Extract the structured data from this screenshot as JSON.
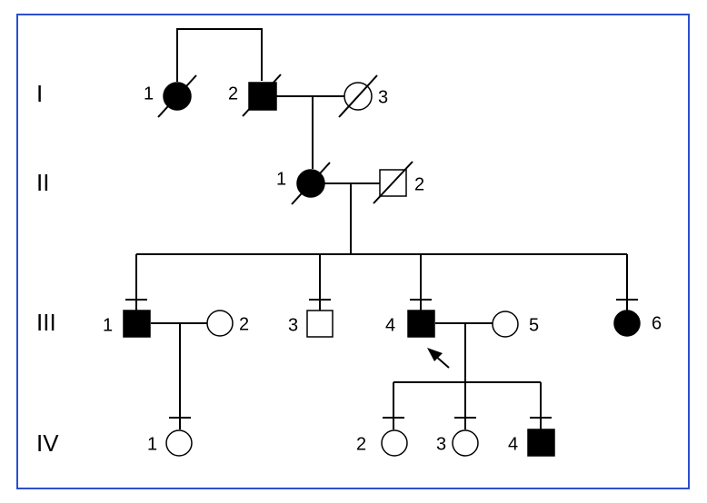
{
  "colors": {
    "frame": "#2b4fd0",
    "line": "#000000",
    "affected": "#000000",
    "unaffected": "#ffffff"
  },
  "generations": [
    "I",
    "II",
    "III",
    "IV"
  ],
  "individuals": [
    {
      "id": "I-1",
      "label": "1",
      "sex": "female",
      "affected": true,
      "deceased": true
    },
    {
      "id": "I-2",
      "label": "2",
      "sex": "male",
      "affected": true,
      "deceased": true
    },
    {
      "id": "I-3",
      "label": "3",
      "sex": "female",
      "affected": false,
      "deceased": true
    },
    {
      "id": "II-1",
      "label": "1",
      "sex": "female",
      "affected": true,
      "deceased": true
    },
    {
      "id": "II-2",
      "label": "2",
      "sex": "male",
      "affected": false,
      "deceased": true
    },
    {
      "id": "III-1",
      "label": "1",
      "sex": "male",
      "affected": true,
      "deceased": false
    },
    {
      "id": "III-2",
      "label": "2",
      "sex": "female",
      "affected": false,
      "deceased": false
    },
    {
      "id": "III-3",
      "label": "3",
      "sex": "male",
      "affected": false,
      "deceased": false
    },
    {
      "id": "III-4",
      "label": "4",
      "sex": "male",
      "affected": true,
      "deceased": false,
      "proband": true
    },
    {
      "id": "III-5",
      "label": "5",
      "sex": "female",
      "affected": false,
      "deceased": false
    },
    {
      "id": "III-6",
      "label": "6",
      "sex": "female",
      "affected": true,
      "deceased": false
    },
    {
      "id": "IV-1",
      "label": "1",
      "sex": "female",
      "affected": false,
      "deceased": false
    },
    {
      "id": "IV-2",
      "label": "2",
      "sex": "female",
      "affected": false,
      "deceased": false
    },
    {
      "id": "IV-3",
      "label": "3",
      "sex": "female",
      "affected": false,
      "deceased": false
    },
    {
      "id": "IV-4",
      "label": "4",
      "sex": "male",
      "affected": true,
      "deceased": false
    }
  ],
  "marriages": [
    {
      "partners": [
        "I-1",
        "I-2"
      ],
      "consanguineous": true
    },
    {
      "partners": [
        "I-2",
        "I-3"
      ],
      "children": [
        "II-1"
      ]
    },
    {
      "partners": [
        "II-1",
        "II-2"
      ],
      "children": [
        "III-1",
        "III-3",
        "III-4",
        "III-6"
      ]
    },
    {
      "partners": [
        "III-1",
        "III-2"
      ],
      "children": [
        "IV-1"
      ]
    },
    {
      "partners": [
        "III-4",
        "III-5"
      ],
      "children": [
        "IV-2",
        "IV-3",
        "IV-4"
      ]
    }
  ]
}
